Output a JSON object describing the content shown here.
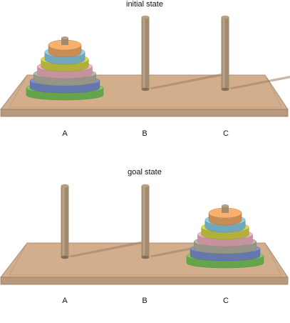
{
  "panels": [
    {
      "title": "initial state",
      "disk_peg": "A",
      "pegs": [
        "A",
        "B",
        "C"
      ]
    },
    {
      "title": "goal state",
      "disk_peg": "C",
      "pegs": [
        "A",
        "B",
        "C"
      ]
    }
  ],
  "disk_colors": [
    "#7fcd5e",
    "#7e96d8",
    "#b9b9a9",
    "#f6b7c6",
    "#dcdc48",
    "#8fd1ea",
    "#f8b06a"
  ],
  "board_color": "#d2ae8c",
  "peg_color": "#a08a70"
}
